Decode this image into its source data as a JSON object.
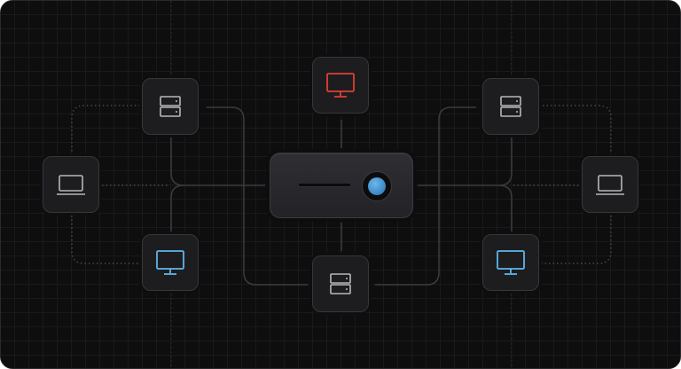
{
  "colors": {
    "background": "#0e0e0f",
    "node_fill": "#1d1d20",
    "node_border": "#37373b",
    "wire": "#3a3a3e",
    "icon_default": "#b8b8bc",
    "icon_alert": "#e0412f",
    "icon_active": "#5eb6ea",
    "hub_indicator": "#4a9ad6"
  },
  "hub": {
    "name": "central-hub",
    "indicator": "status-light"
  },
  "nodes": [
    {
      "id": "top-monitor",
      "icon": "monitor-icon",
      "status": "alert"
    },
    {
      "id": "left-top-server",
      "icon": "server-icon",
      "status": "default"
    },
    {
      "id": "left-laptop",
      "icon": "laptop-icon",
      "status": "default"
    },
    {
      "id": "left-bottom-monitor",
      "icon": "monitor-icon",
      "status": "active"
    },
    {
      "id": "bottom-server",
      "icon": "server-icon",
      "status": "default"
    },
    {
      "id": "right-top-server",
      "icon": "server-icon",
      "status": "default"
    },
    {
      "id": "right-laptop",
      "icon": "laptop-icon",
      "status": "default"
    },
    {
      "id": "right-bottom-monitor",
      "icon": "monitor-icon",
      "status": "active"
    }
  ]
}
